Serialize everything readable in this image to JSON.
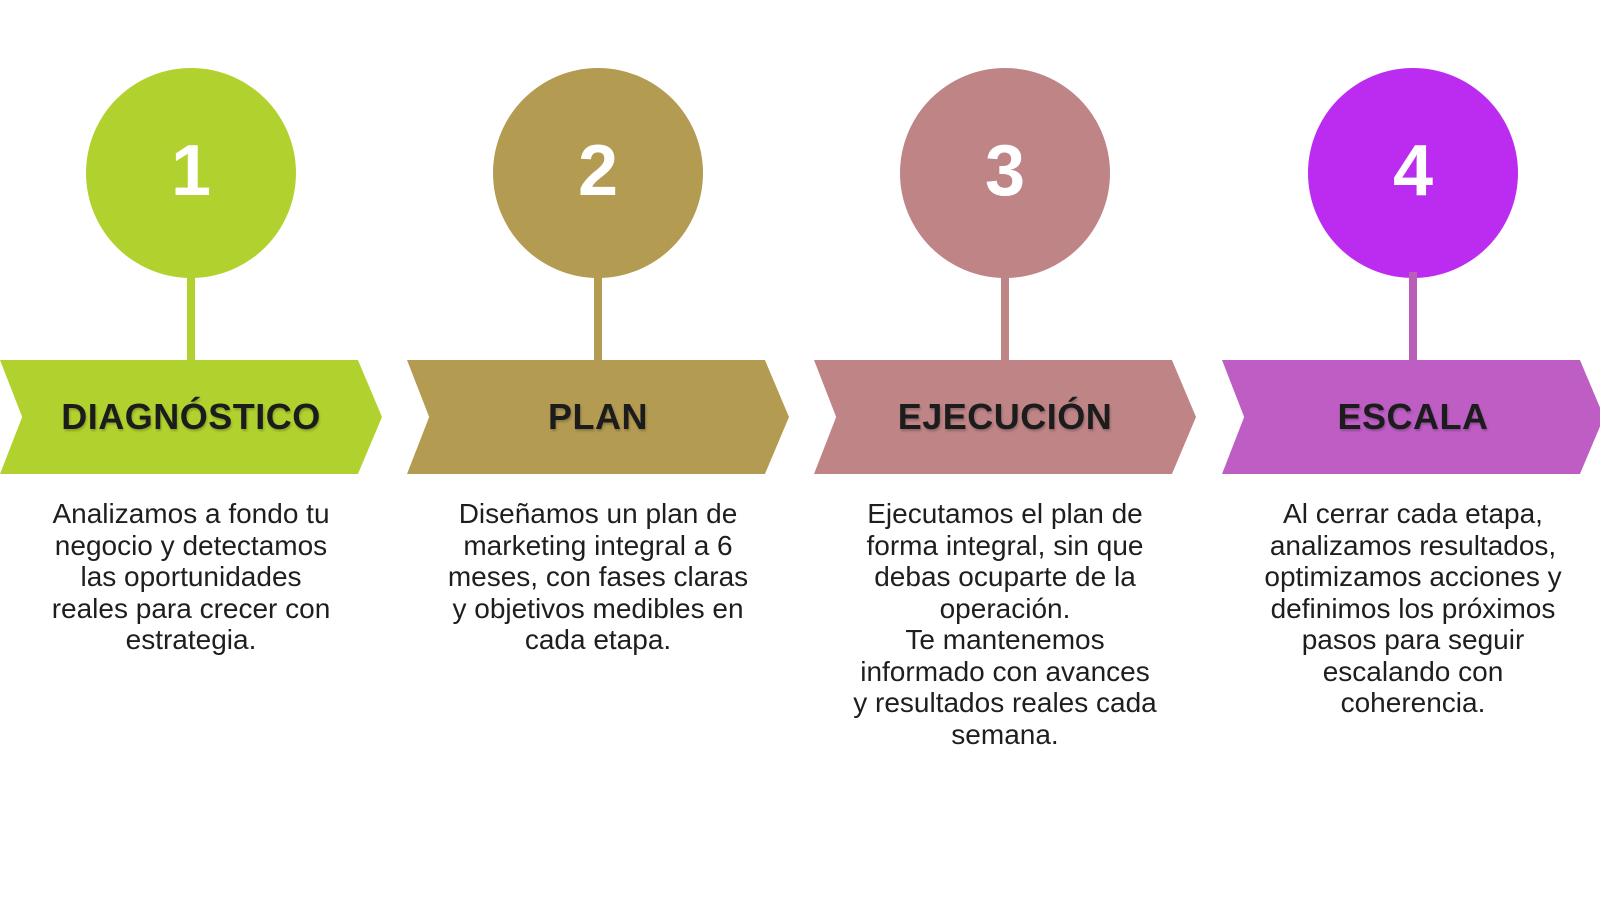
{
  "colors": {
    "background": "#FFFFFF",
    "label_text": "#1C1C1C",
    "description_text": "#1E1E1E",
    "number_text": "#FFFFFF"
  },
  "steps": [
    {
      "number": "1",
      "label": "DIAGNÓSTICO",
      "description": "Analizamos a fondo tu\nnegocio y detectamos\nlas oportunidades\nreales para crecer con\nestrategia.",
      "circle_color": "#B1D22E",
      "connector_color": "#B1D22E",
      "arrow_color": "#B1D22E"
    },
    {
      "number": "2",
      "label": "PLAN",
      "description": "Diseñamos un plan de\nmarketing integral a 6\nmeses, con fases claras\ny objetivos medibles en\ncada etapa.",
      "circle_color": "#B39B52",
      "connector_color": "#B39B52",
      "arrow_color": "#B39B52"
    },
    {
      "number": "3",
      "label": "EJECUCIÓN",
      "description": "Ejecutamos el plan de\nforma integral, sin que\ndebas ocuparte de la\noperación.\nTe mantenemos\ninformado con avances\ny resultados reales cada\nsemana.",
      "circle_color": "#BE8486",
      "connector_color": "#BE8486",
      "arrow_color": "#BE8486"
    },
    {
      "number": "4",
      "label": "ESCALA",
      "description": "Al cerrar cada etapa,\nanalizamos resultados,\noptimizamos acciones y\ndefinimos los próximos\npasos para seguir\nescalando con\ncoherencia.",
      "circle_color": "#BB2BF0",
      "connector_color": "#B95FB8",
      "arrow_color": "#BE5EC5"
    }
  ]
}
